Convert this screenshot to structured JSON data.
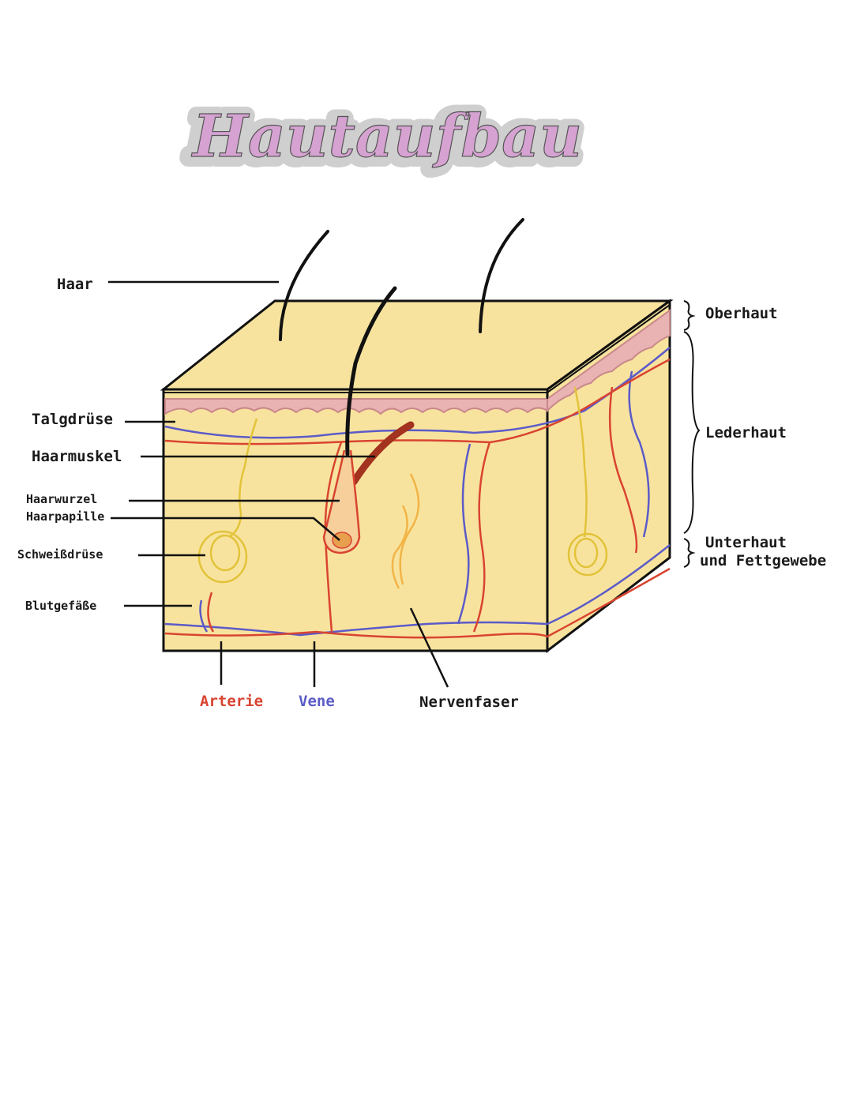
{
  "title": "Hautaufbau",
  "colors": {
    "title_fill": "#d6a2d2",
    "title_shadow": "#cfcfcf",
    "skin_fill": "#f8e39e",
    "epidermis_fill": "#e9b3b3",
    "artery": "#d94431",
    "vein": "#5b5bc8",
    "nerve": "#f1b446",
    "gland": "#e2c33a",
    "muscle": "#a3321f",
    "hair": "#111111"
  },
  "labels_left": {
    "haar": "Haar",
    "talgdruese": "Talgdrüse",
    "haarmuskel": "Haarmuskel",
    "haarwurzel": "Haarwurzel",
    "haarpapille": "Haarpapille",
    "schweissdruese": "Schweißdrüse",
    "blutgefaesse": "Blutgefäße"
  },
  "labels_right": {
    "oberhaut": "Oberhaut",
    "lederhaut": "Lederhaut",
    "unterhaut_line1": "Unterhaut",
    "unterhaut_line2": "und Fettgewebe"
  },
  "labels_bottom": {
    "arterie": "Arterie",
    "vene": "Vene",
    "nervenfaser": "Nervenfaser"
  }
}
